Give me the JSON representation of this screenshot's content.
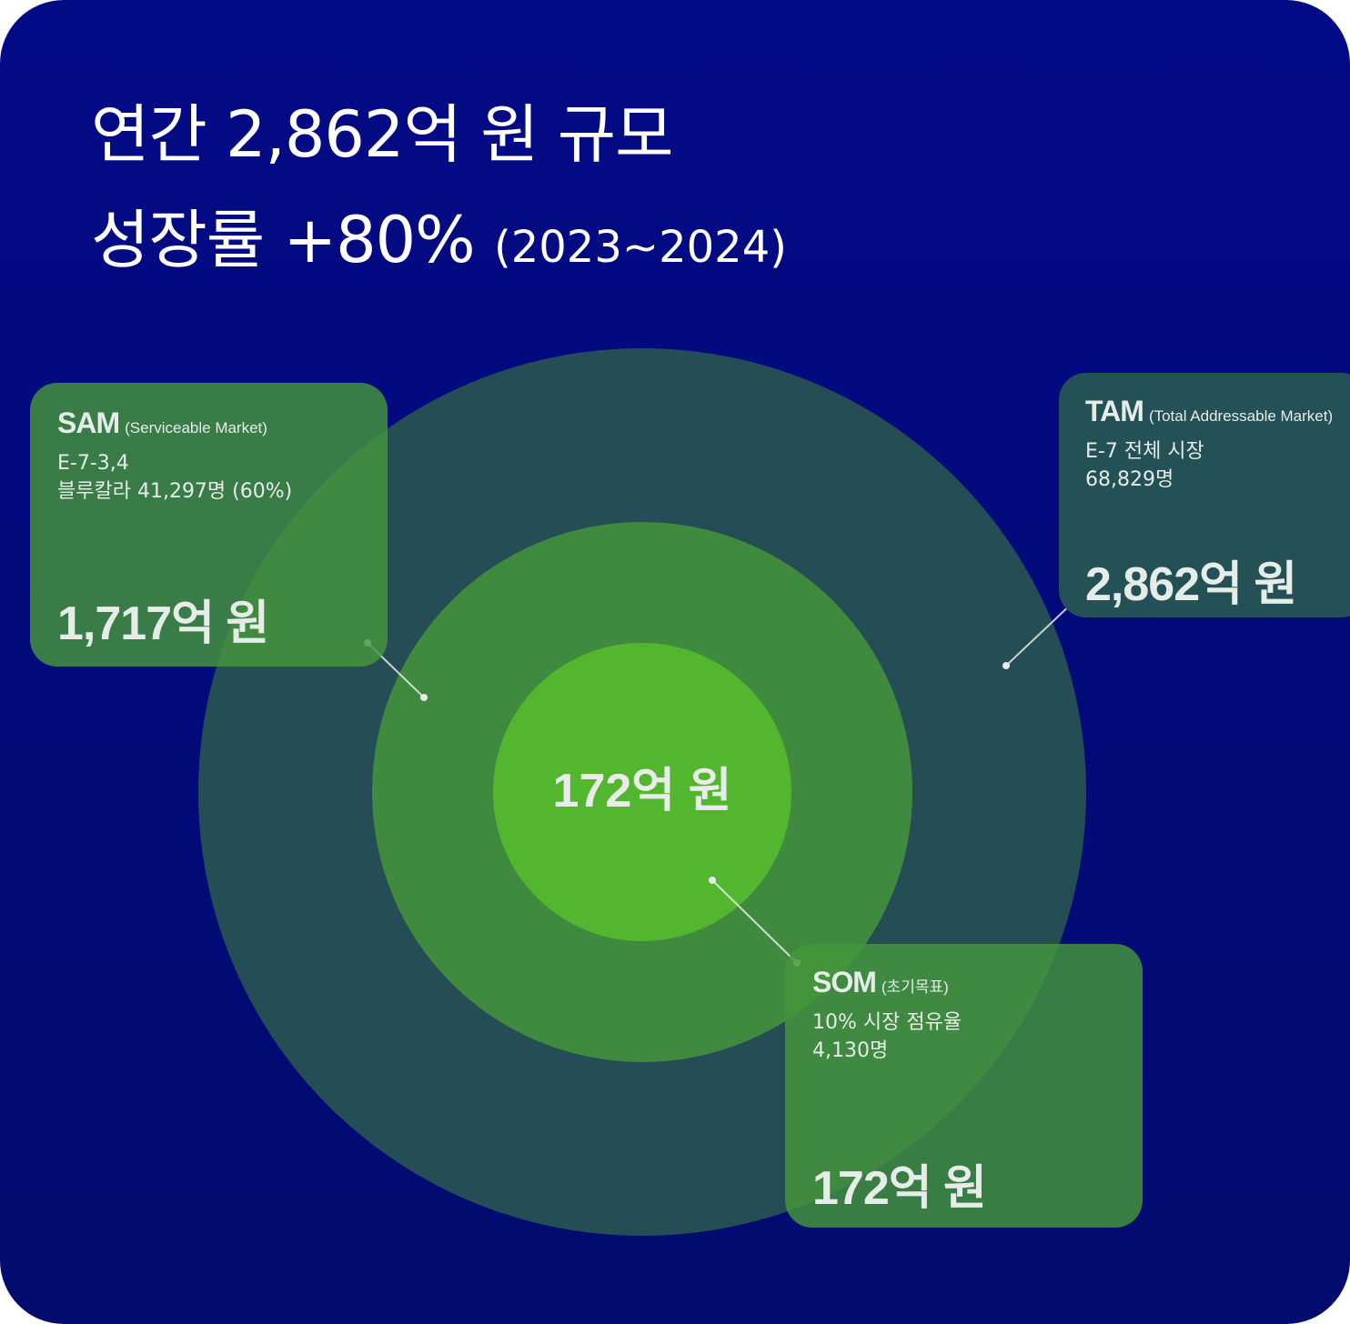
{
  "headline": {
    "line1": "연간 2,862억 원 규모",
    "line2": "성장률 +80%",
    "line2_period": "(2023~2024)"
  },
  "center_label": "172억 원",
  "sam": {
    "name": "SAM",
    "name_full": "(Serviceable Market)",
    "desc1": "E-7-3,4",
    "desc2": "블루칼라 41,297명 (60%)",
    "amount": "1,717억 원"
  },
  "tam": {
    "name": "TAM",
    "name_full": "(Total Addressable Market)",
    "desc1": "E-7 전체 시장",
    "desc2": "68,829명",
    "amount": "2,862억 원"
  },
  "som": {
    "name": "SOM",
    "name_full": "(초기목표)",
    "desc1": "10% 시장 점유율",
    "desc2": "4,130명",
    "amount": "172억 원"
  },
  "colors": {
    "background": "#030a86",
    "tam_ring": "#244d55",
    "sam_ring": "#3f8a3e",
    "som_core": "#52b62e",
    "label_box_green": "#46963c",
    "label_box_teal": "#235155"
  }
}
